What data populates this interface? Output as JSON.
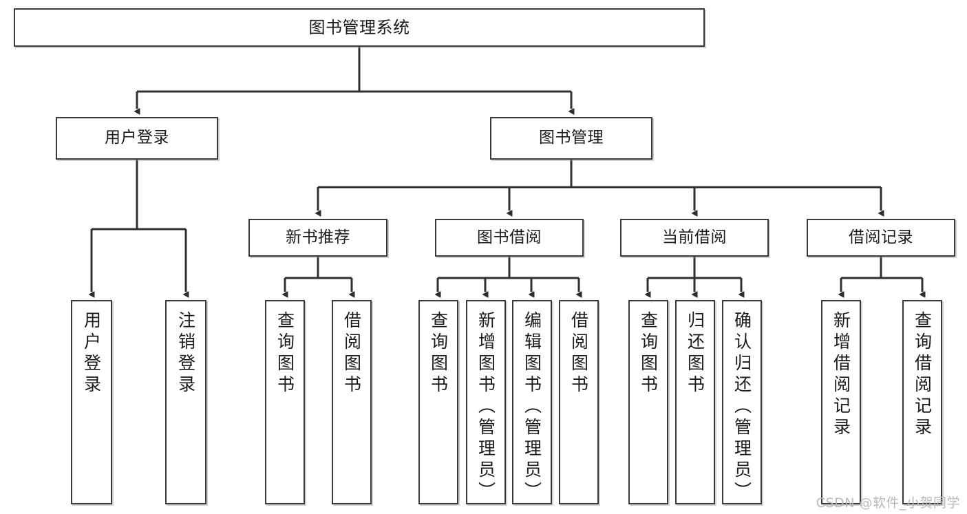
{
  "diagram": {
    "title": "图书管理系统",
    "type": "tree",
    "watermark": "CSDN @软件_小贺同学",
    "line_color": "#3a3a3a",
    "box_fill": "#ffffff",
    "text_color": "#1b1b1b"
  },
  "nodes": {
    "root": {
      "label": "图书管理系统"
    },
    "level2": [
      {
        "id": "user-login",
        "label": "用户登录"
      },
      {
        "id": "book-manage",
        "label": "图书管理"
      }
    ],
    "level3": [
      {
        "id": "new-book-recommend",
        "label": "新书推荐"
      },
      {
        "id": "book-borrow",
        "label": "图书借阅"
      },
      {
        "id": "current-borrow",
        "label": "当前借阅"
      },
      {
        "id": "borrow-record",
        "label": "借阅记录"
      }
    ],
    "leaves": [
      {
        "id": "leaf-user-login",
        "label": "用户登录",
        "parent": "user-login"
      },
      {
        "id": "leaf-logout-login",
        "label": "注销登录",
        "parent": "user-login"
      },
      {
        "id": "leaf-query-book-1",
        "label": "查询图书",
        "parent": "new-book-recommend"
      },
      {
        "id": "leaf-borrow-book-1",
        "label": "借阅图书",
        "parent": "new-book-recommend"
      },
      {
        "id": "leaf-query-book-2",
        "label": "查询图书",
        "parent": "book-borrow"
      },
      {
        "id": "leaf-add-book-admin",
        "label": "新增图书（管理员）",
        "parent": "book-borrow"
      },
      {
        "id": "leaf-edit-book-admin",
        "label": "编辑图书（管理员）",
        "parent": "book-borrow"
      },
      {
        "id": "leaf-borrow-book-2",
        "label": "借阅图书",
        "parent": "book-borrow"
      },
      {
        "id": "leaf-query-book-3",
        "label": "查询图书",
        "parent": "current-borrow"
      },
      {
        "id": "leaf-return-book",
        "label": "归还图书",
        "parent": "current-borrow"
      },
      {
        "id": "leaf-confirm-return-admin",
        "label": "确认归还（管理员）",
        "parent": "current-borrow"
      },
      {
        "id": "leaf-add-borrow-record",
        "label": "新增借阅记录",
        "parent": "borrow-record"
      },
      {
        "id": "leaf-query-borrow-record",
        "label": "查询借阅记录",
        "parent": "borrow-record"
      }
    ]
  }
}
